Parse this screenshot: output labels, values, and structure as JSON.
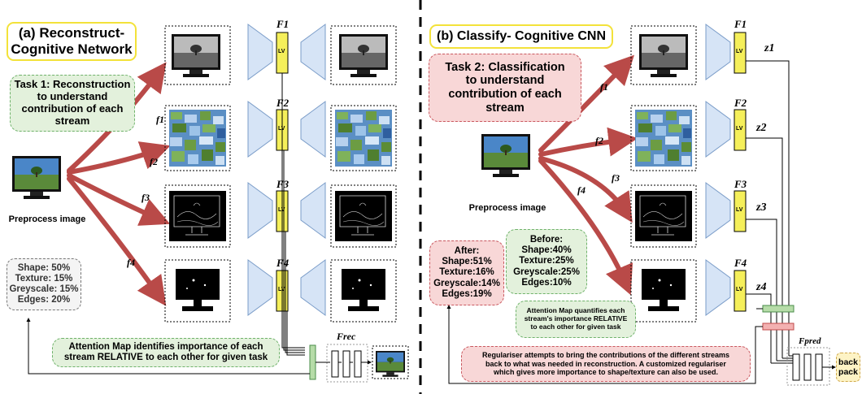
{
  "left": {
    "title": "(a) Reconstruct-\nCognitive Network",
    "task": "Task 1: Reconstruction\nto understand\ncontribution of each\nstream",
    "preprocess": "Preprocess image",
    "stats": "Shape: 50%\nTexture: 15%\nGreyscale: 15%\nEdges: 20%",
    "attention": "Attention Map identifies importance of each\nstream RELATIVE to each other for given task",
    "streams": [
      "f1",
      "f2",
      "f3",
      "f4"
    ],
    "encoders": [
      "F1",
      "F2",
      "F3",
      "F4"
    ],
    "lv": "LV",
    "frec": "Frec"
  },
  "right": {
    "title": "(b) Classify- Cognitive CNN",
    "task": "Task 2:   Classification\nto understand\ncontribution of each\nstream",
    "preprocess": "Preprocess image",
    "after": "After:\nShape:51%\nTexture:16%\nGreyscale:14%\nEdges:19%",
    "before": "Before:\nShape:40%\nTexture:25%\nGreyscale:25%\nEdges:10%",
    "attention": "Attention Map quantifies each\nstream's importance RELATIVE\nto each other for given task",
    "regulariser": "Regulariser attempts to bring the contributions of the different streams\nback to what was needed in reconstruction. A customized regulariser\nwhich gives more importance to shape/texture can also be used.",
    "streams": [
      "f1",
      "f2",
      "f3",
      "f4"
    ],
    "encoders": [
      "F1",
      "F2",
      "F3",
      "F4"
    ],
    "latents": [
      "z1",
      "z2",
      "z3",
      "z4"
    ],
    "lv": "LV",
    "fpred": "Fpred",
    "output": "back\npack"
  },
  "colors": {
    "arrow": "#b94a48",
    "encoder": "#d6e4f6",
    "lv": "#f5ef5a",
    "green": "#e3f1dc",
    "red": "#f8d7d7"
  }
}
